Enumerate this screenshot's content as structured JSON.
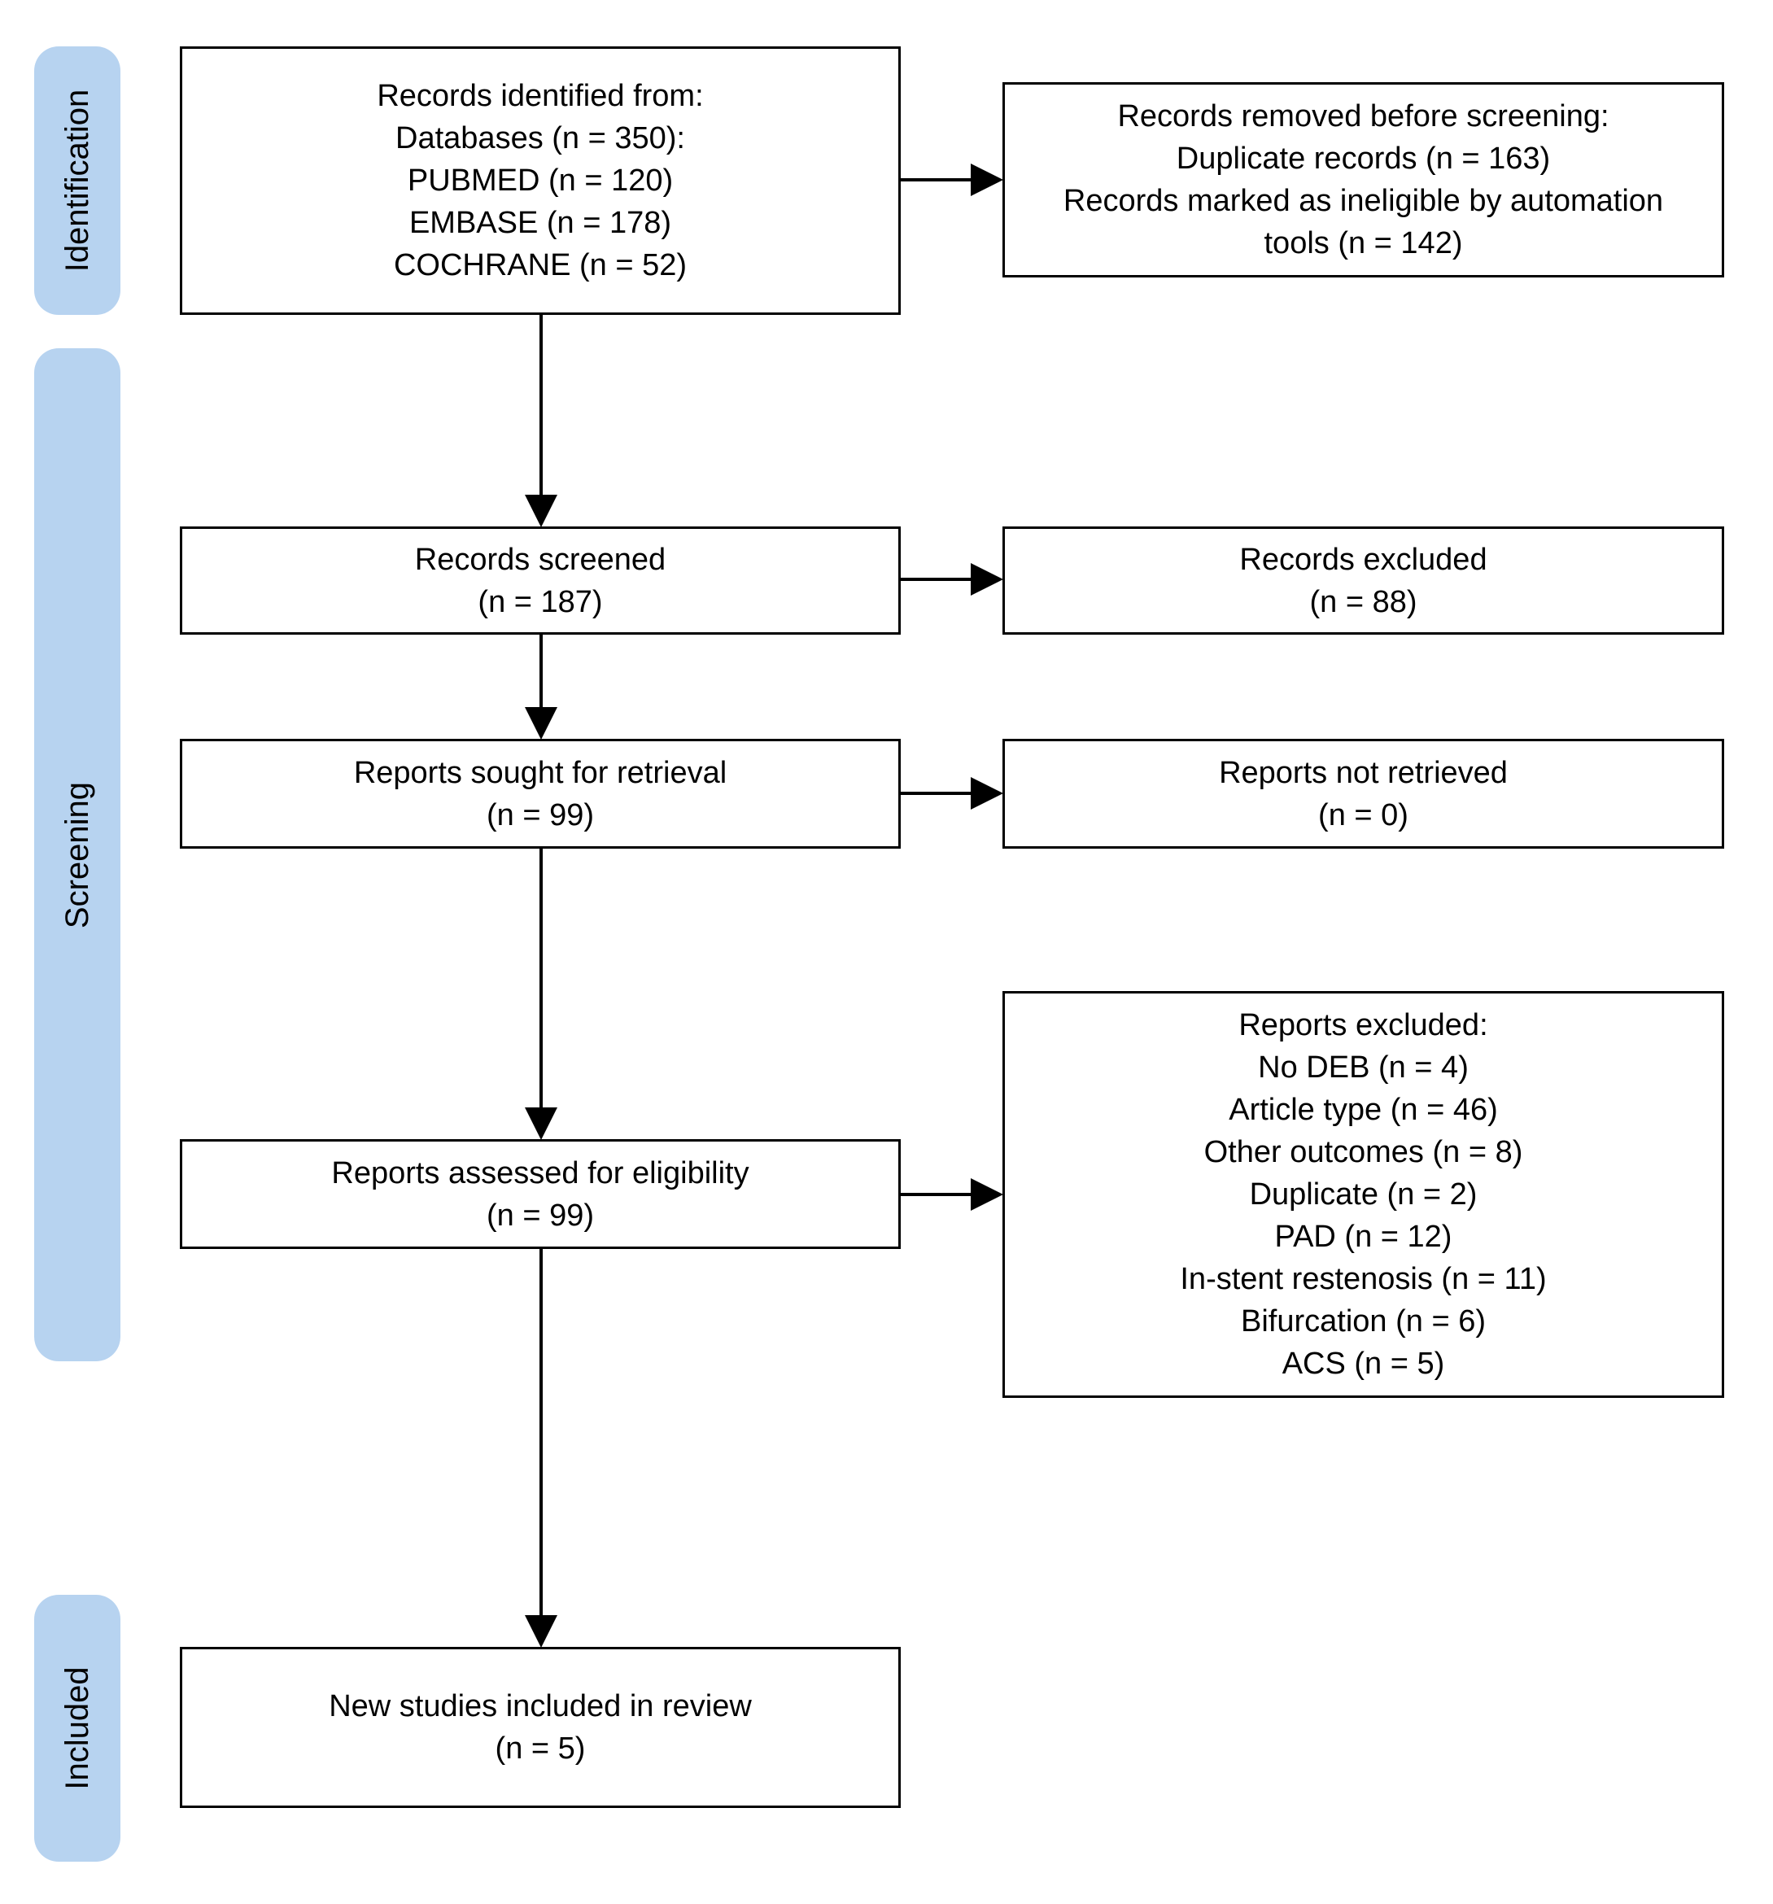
{
  "colors": {
    "phase_fill": "#b7d3f0",
    "box_border": "#000000",
    "arrow": "#000000"
  },
  "phases": {
    "identification": "Identification",
    "screening": "Screening",
    "included": "Included"
  },
  "boxes": {
    "records_identified": [
      "Records identified from:",
      "Databases (n = 350):",
      "PUBMED (n = 120)",
      "EMBASE (n = 178)",
      "COCHRANE (n = 52)"
    ],
    "records_removed": [
      "Records removed before screening:",
      "Duplicate records (n = 163)",
      "Records marked as ineligible by automation",
      "tools (n = 142)"
    ],
    "records_screened": [
      "Records screened",
      "(n = 187)"
    ],
    "records_excluded": [
      "Records excluded",
      "(n = 88)"
    ],
    "reports_sought": [
      "Reports sought for retrieval",
      "(n = 99)"
    ],
    "reports_not_retrieved": [
      "Reports not retrieved",
      "(n = 0)"
    ],
    "reports_assessed": [
      "Reports assessed for eligibility",
      "(n = 99)"
    ],
    "reports_excluded": [
      "Reports excluded:",
      "No DEB (n = 4)",
      "Article type (n = 46)",
      "Other outcomes (n = 8)",
      "Duplicate (n = 2)",
      "PAD (n = 12)",
      "In-stent restenosis (n = 11)",
      "Bifurcation (n = 6)",
      "ACS (n = 5)"
    ],
    "studies_included": [
      "New studies included in review",
      "(n = 5)"
    ]
  }
}
